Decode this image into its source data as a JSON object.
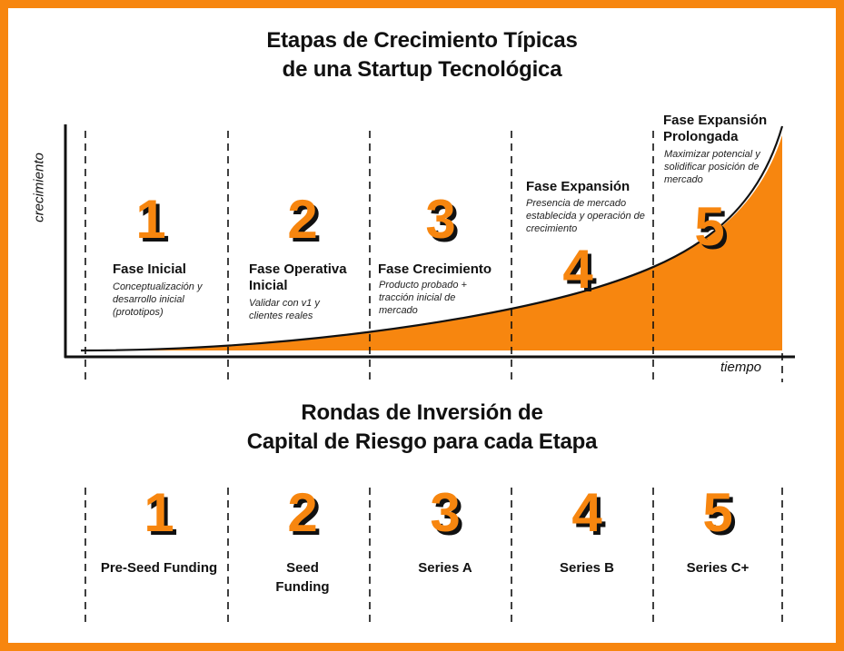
{
  "colors": {
    "accent": "#F7860F",
    "ink": "#111111",
    "background": "#FFFFFF"
  },
  "growth_chart": {
    "title_line1": "Etapas de Crecimiento Típicas",
    "title_line2": "de una Startup Tecnológica",
    "y_axis_label": "crecimiento",
    "x_axis_label": "tiempo",
    "stages": [
      {
        "number": "1",
        "title": "Fase Inicial",
        "description": "Conceptualización y desarrollo inicial (prototipos)"
      },
      {
        "number": "2",
        "title": "Fase Operativa Inicial",
        "description": "Validar con v1 y clientes reales"
      },
      {
        "number": "3",
        "title": "Fase Crecimiento",
        "description": "Producto probado + tracción inicial de mercado"
      },
      {
        "number": "4",
        "title": "Fase Expansión",
        "description": "Presencia de mercado establecida y operación de crecimiento"
      },
      {
        "number": "5",
        "title": "Fase Expansión Prolongada",
        "description": "Maximizar potencial y solidificar posición de mercado"
      }
    ]
  },
  "funding": {
    "title_line1": "Rondas de Inversión de",
    "title_line2": "Capital de Riesgo para cada Etapa",
    "rounds": [
      {
        "number": "1",
        "label": "Pre-Seed Funding"
      },
      {
        "number": "2",
        "label": "Seed Funding"
      },
      {
        "number": "3",
        "label": "Series A"
      },
      {
        "number": "4",
        "label": "Series B"
      },
      {
        "number": "5",
        "label": "Series C+"
      }
    ]
  }
}
